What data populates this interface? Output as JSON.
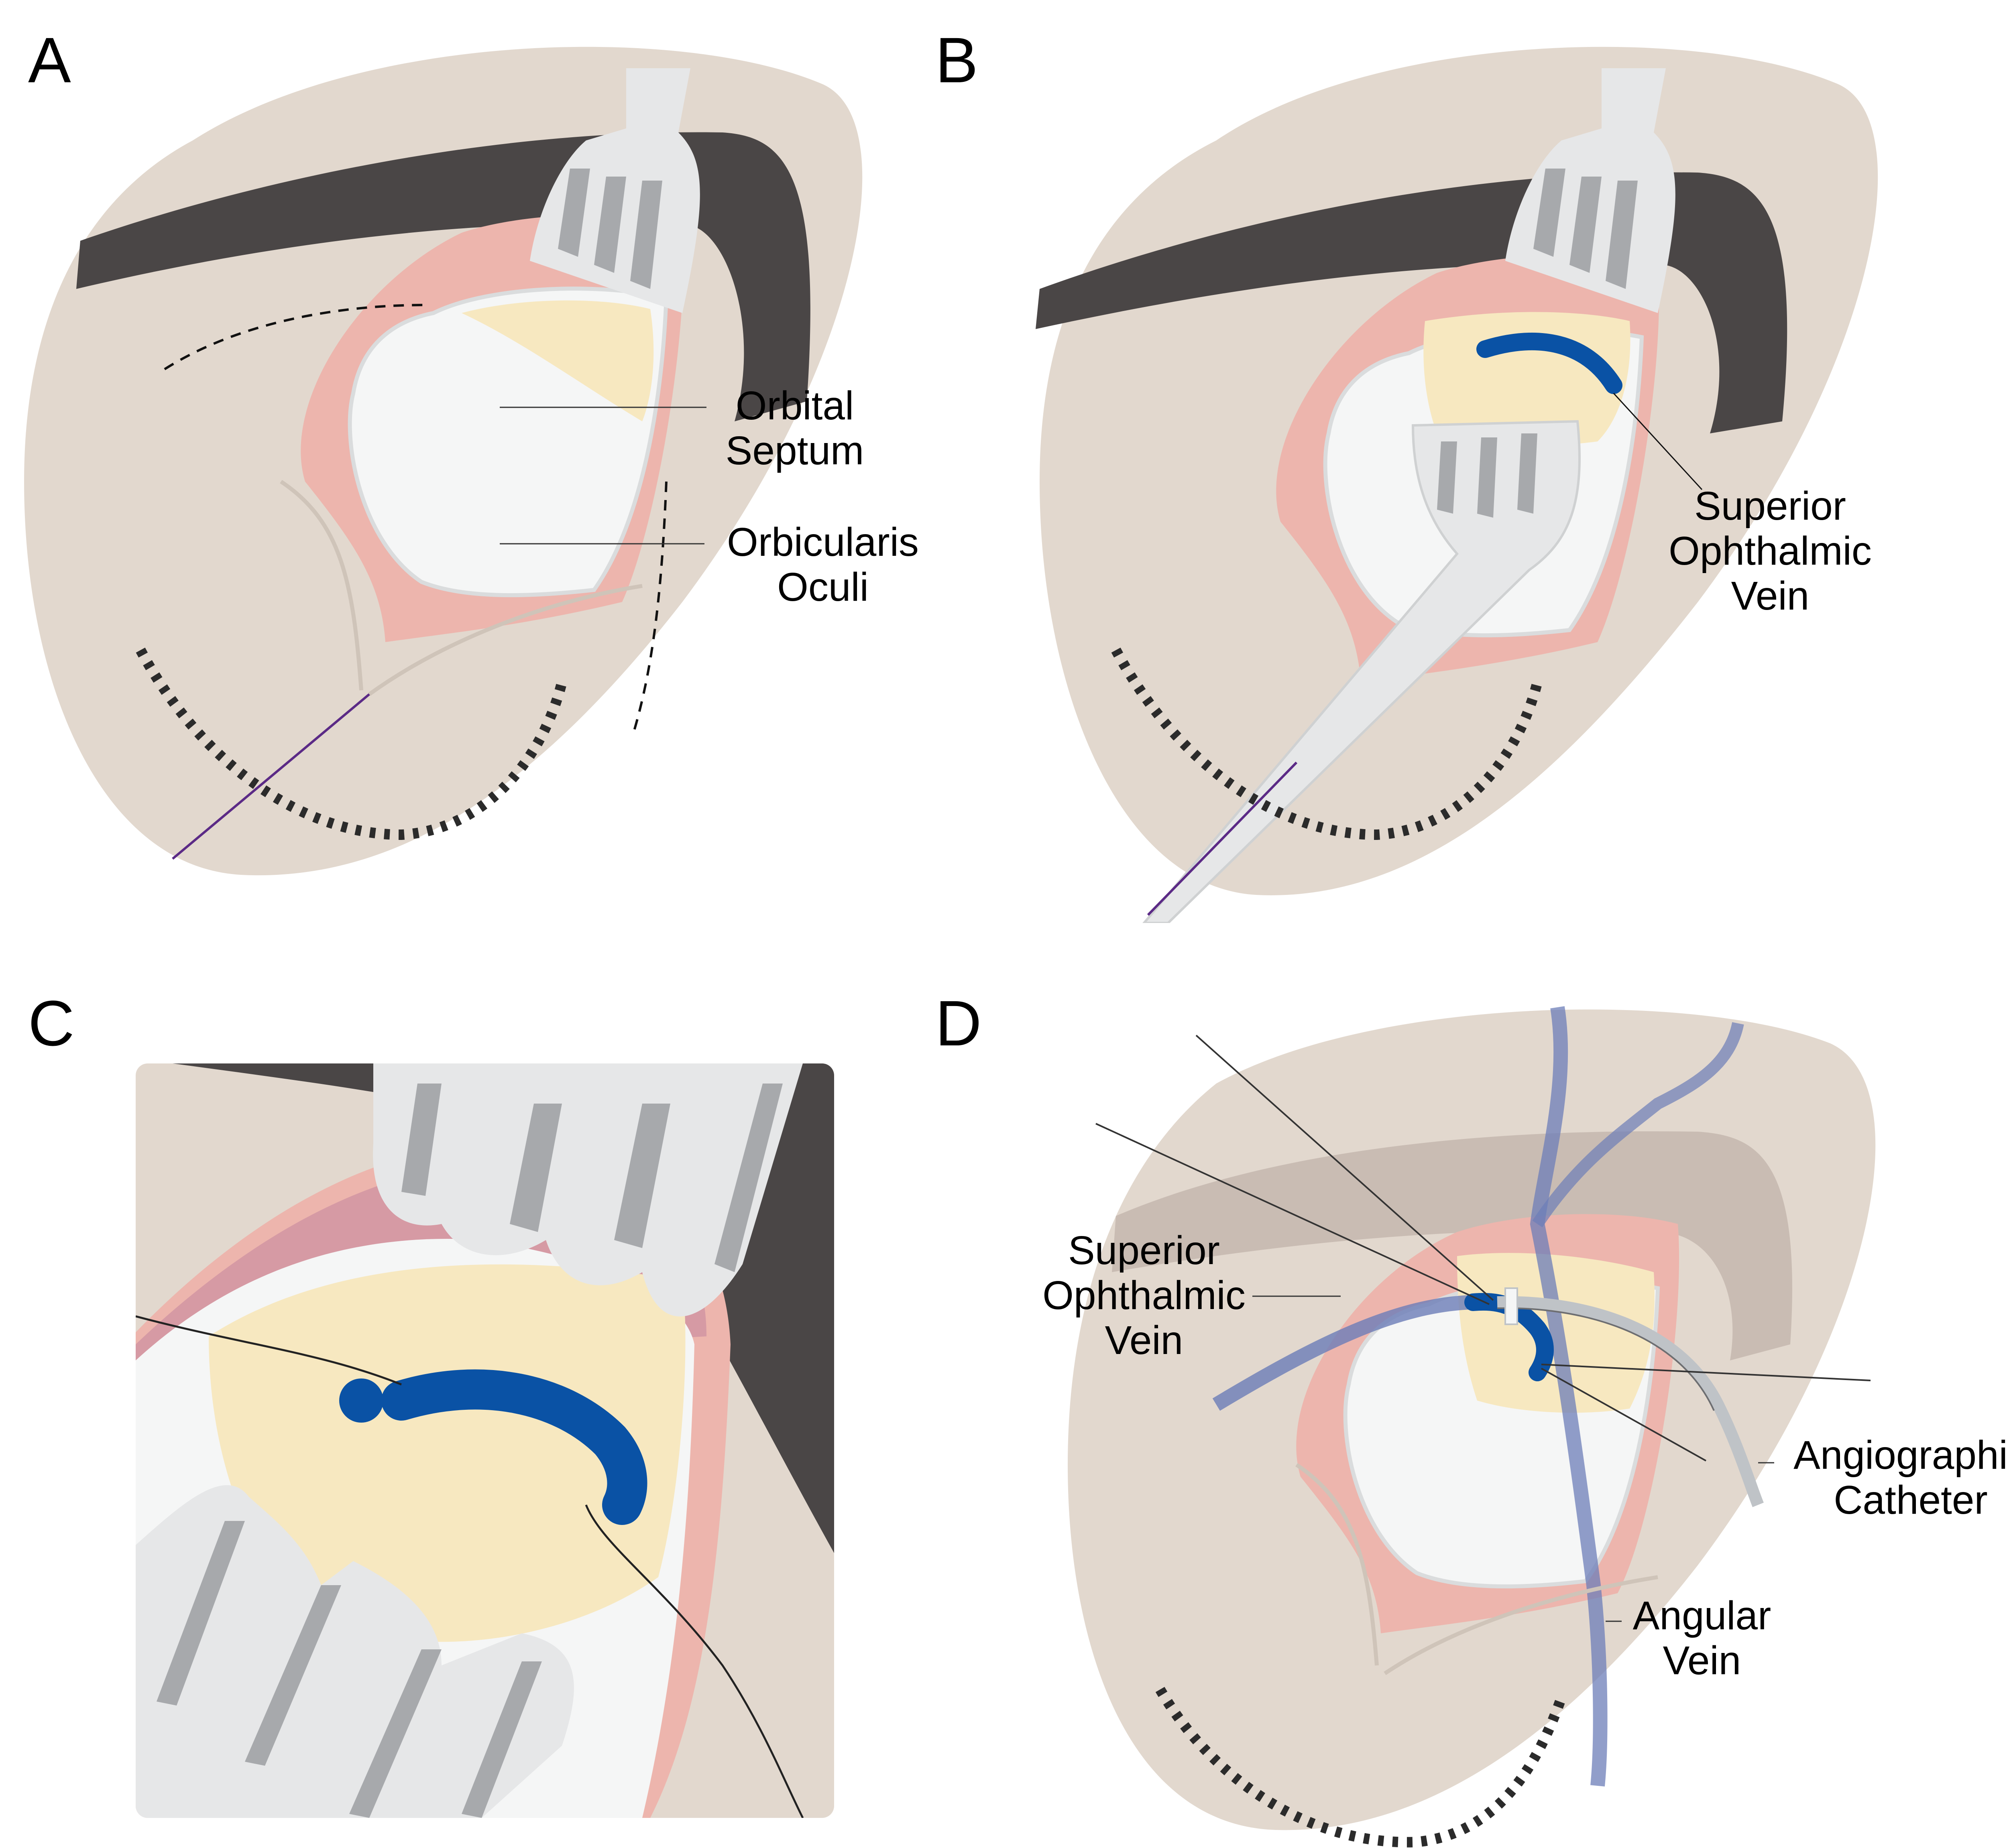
{
  "figure": {
    "panels": [
      {
        "id": "A",
        "letter": "A",
        "labels": [
          {
            "line1": "Orbital",
            "line2": "Septum"
          },
          {
            "line1": "Orbicularis",
            "line2": "Oculi"
          }
        ]
      },
      {
        "id": "B",
        "letter": "B",
        "labels": [
          {
            "line1": "Superior",
            "line2": "Ophthalmic",
            "line3": "Vein"
          }
        ]
      },
      {
        "id": "C",
        "letter": "C",
        "labels": []
      },
      {
        "id": "D",
        "letter": "D",
        "labels": [
          {
            "line1": "Superior",
            "line2": "Ophthalmic",
            "line3": "Vein"
          },
          {
            "line1": "Angiographic",
            "line2": "Catheter"
          },
          {
            "line1": "Angular",
            "line2": "Vein"
          }
        ]
      }
    ],
    "colors": {
      "skin": "#e2d8ce",
      "brow": "#4a4646",
      "muscle": "#edb5ad",
      "muscle_dark": "#d69aa4",
      "septum": "#f5f6f6",
      "fat": "#f7e8c0",
      "vein": "#0a52a5",
      "vein_transparent": "#6c7db8",
      "retractor": "#e6e7e8",
      "retractor_shadow": "#a7a9ac",
      "lashes": "#2b2b2b",
      "suture": "#5b2a86",
      "catheter": "#bfc3c7"
    }
  }
}
